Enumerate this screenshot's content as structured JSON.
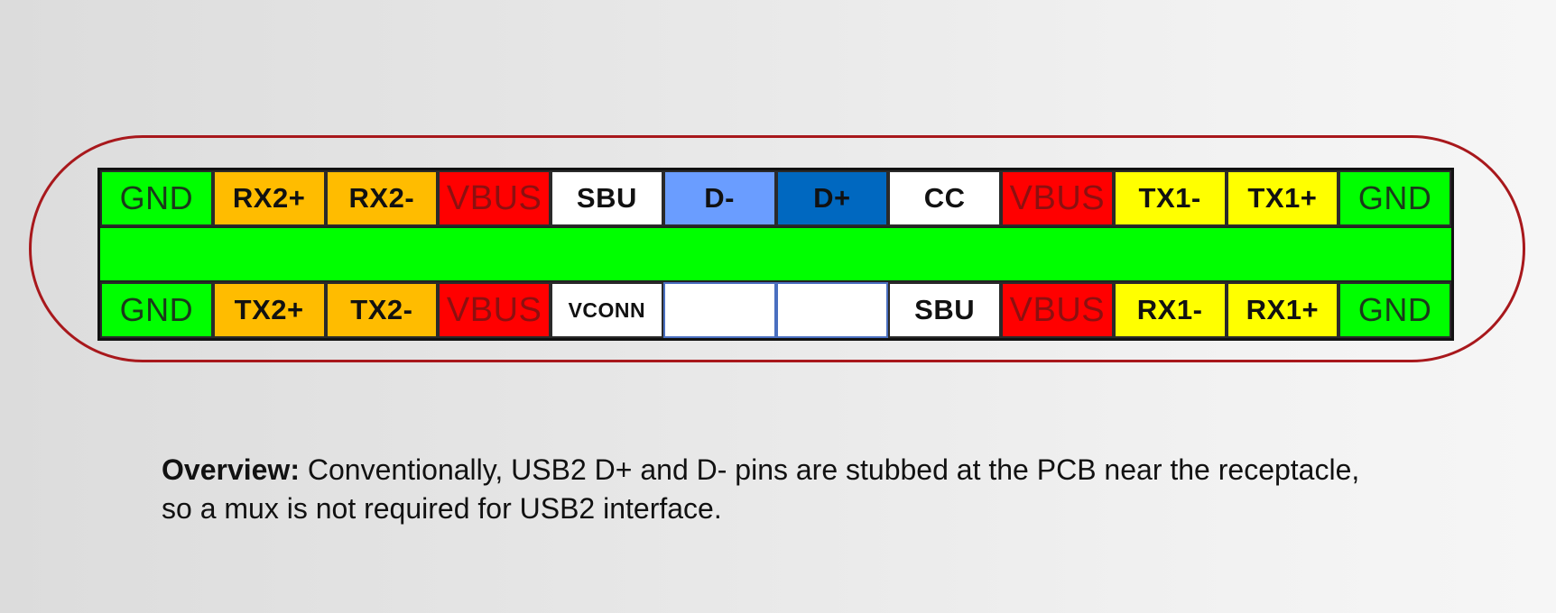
{
  "top_row": [
    {
      "label": "GND",
      "type": "gnd"
    },
    {
      "label": "RX2+",
      "type": "orange"
    },
    {
      "label": "RX2-",
      "type": "orange"
    },
    {
      "label": "VBUS",
      "type": "vbus"
    },
    {
      "label": "SBU",
      "type": "white"
    },
    {
      "label": "D-",
      "type": "dminus"
    },
    {
      "label": "D+",
      "type": "dplus"
    },
    {
      "label": "CC",
      "type": "white"
    },
    {
      "label": "VBUS",
      "type": "vbus"
    },
    {
      "label": "TX1-",
      "type": "yellow"
    },
    {
      "label": "TX1+",
      "type": "yellow"
    },
    {
      "label": "GND",
      "type": "gnd"
    }
  ],
  "bottom_row": [
    {
      "label": "GND",
      "type": "gnd"
    },
    {
      "label": "TX2+",
      "type": "orange"
    },
    {
      "label": "TX2-",
      "type": "orange"
    },
    {
      "label": "VBUS",
      "type": "vbus"
    },
    {
      "label": "VCONN",
      "type": "white small"
    },
    {
      "label": "",
      "type": "blank"
    },
    {
      "label": "",
      "type": "blank"
    },
    {
      "label": "SBU",
      "type": "white"
    },
    {
      "label": "VBUS",
      "type": "vbus"
    },
    {
      "label": "RX1-",
      "type": "yellow"
    },
    {
      "label": "RX1+",
      "type": "yellow"
    },
    {
      "label": "GND",
      "type": "gnd"
    }
  ],
  "colors": {
    "gnd": "#00ff00",
    "vbus": "#ff0000",
    "orange": "#ffbc00",
    "yellow": "#ffff00",
    "d_minus": "#6a9dff",
    "d_plus": "#0068c0",
    "outline": "#a8181c"
  },
  "overview": {
    "label": "Overview:",
    "text": " Conventionally, USB2 D+ and D- pins are stubbed at the PCB near the receptacle, so a mux is not required for USB2 interface."
  }
}
